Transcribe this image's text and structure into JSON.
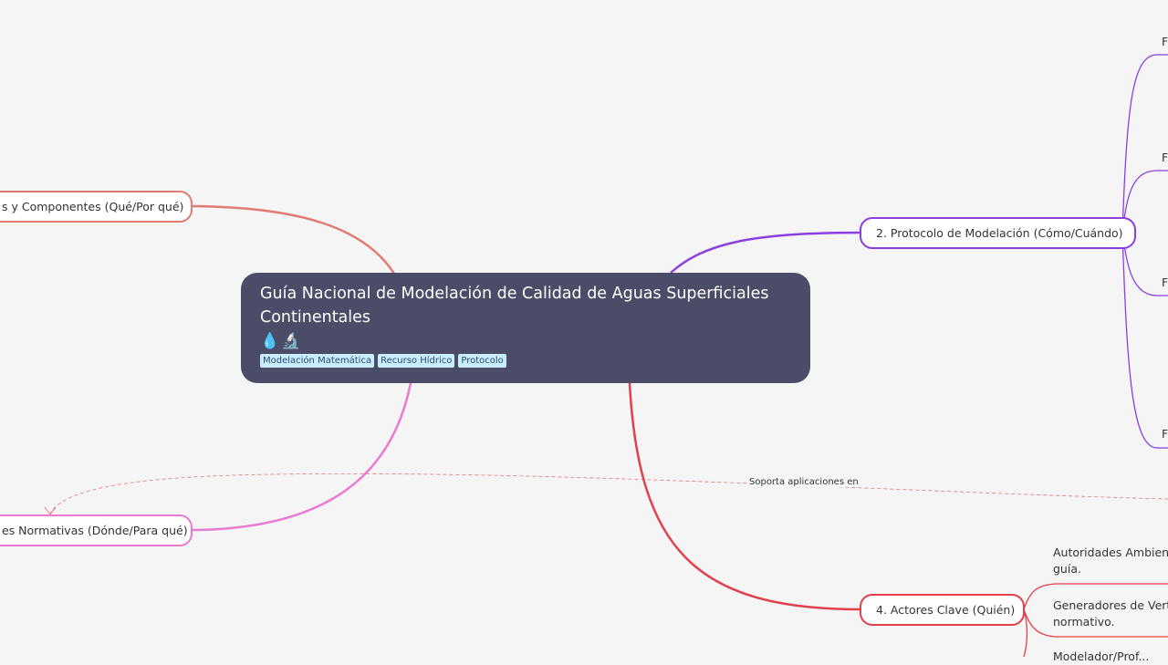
{
  "central": {
    "title_line1": "Guía Nacional de Modelación de Calidad de Aguas Superficiales",
    "title_line2": "Continentales",
    "icons": "💧🔬",
    "tags": [
      "Modelación Matemática",
      "Recurso Hídrico",
      "Protocolo"
    ]
  },
  "topics": {
    "componentes": "s y Componentes (Qué/Por qué)",
    "normativas": "es Normativas (Dónde/Para qué)",
    "protocolo": "2. Protocolo de Modelación (Cómo/Cuándo)",
    "actores": "4. Actores Clave (Quién)"
  },
  "protocolo_children": [
    "F",
    "F",
    "F",
    "F"
  ],
  "actores_children": [
    {
      "line1": "Autoridades Ambient",
      "line2": "guía."
    },
    {
      "line1": "Generadores de Verti",
      "line2": "normativo."
    },
    {
      "line1": "Modelador/Prof...",
      "line2": ""
    }
  ],
  "relationship_label": "Soporta aplicaciones en",
  "colors": {
    "background": "#f5f5f5",
    "central": "#4a4c68",
    "componentes": "#e07a72",
    "normativas": "#e87bd0",
    "protocolo": "#8a3fe0",
    "actores": "#e0404a",
    "tag_bg": "#c9eefa"
  }
}
